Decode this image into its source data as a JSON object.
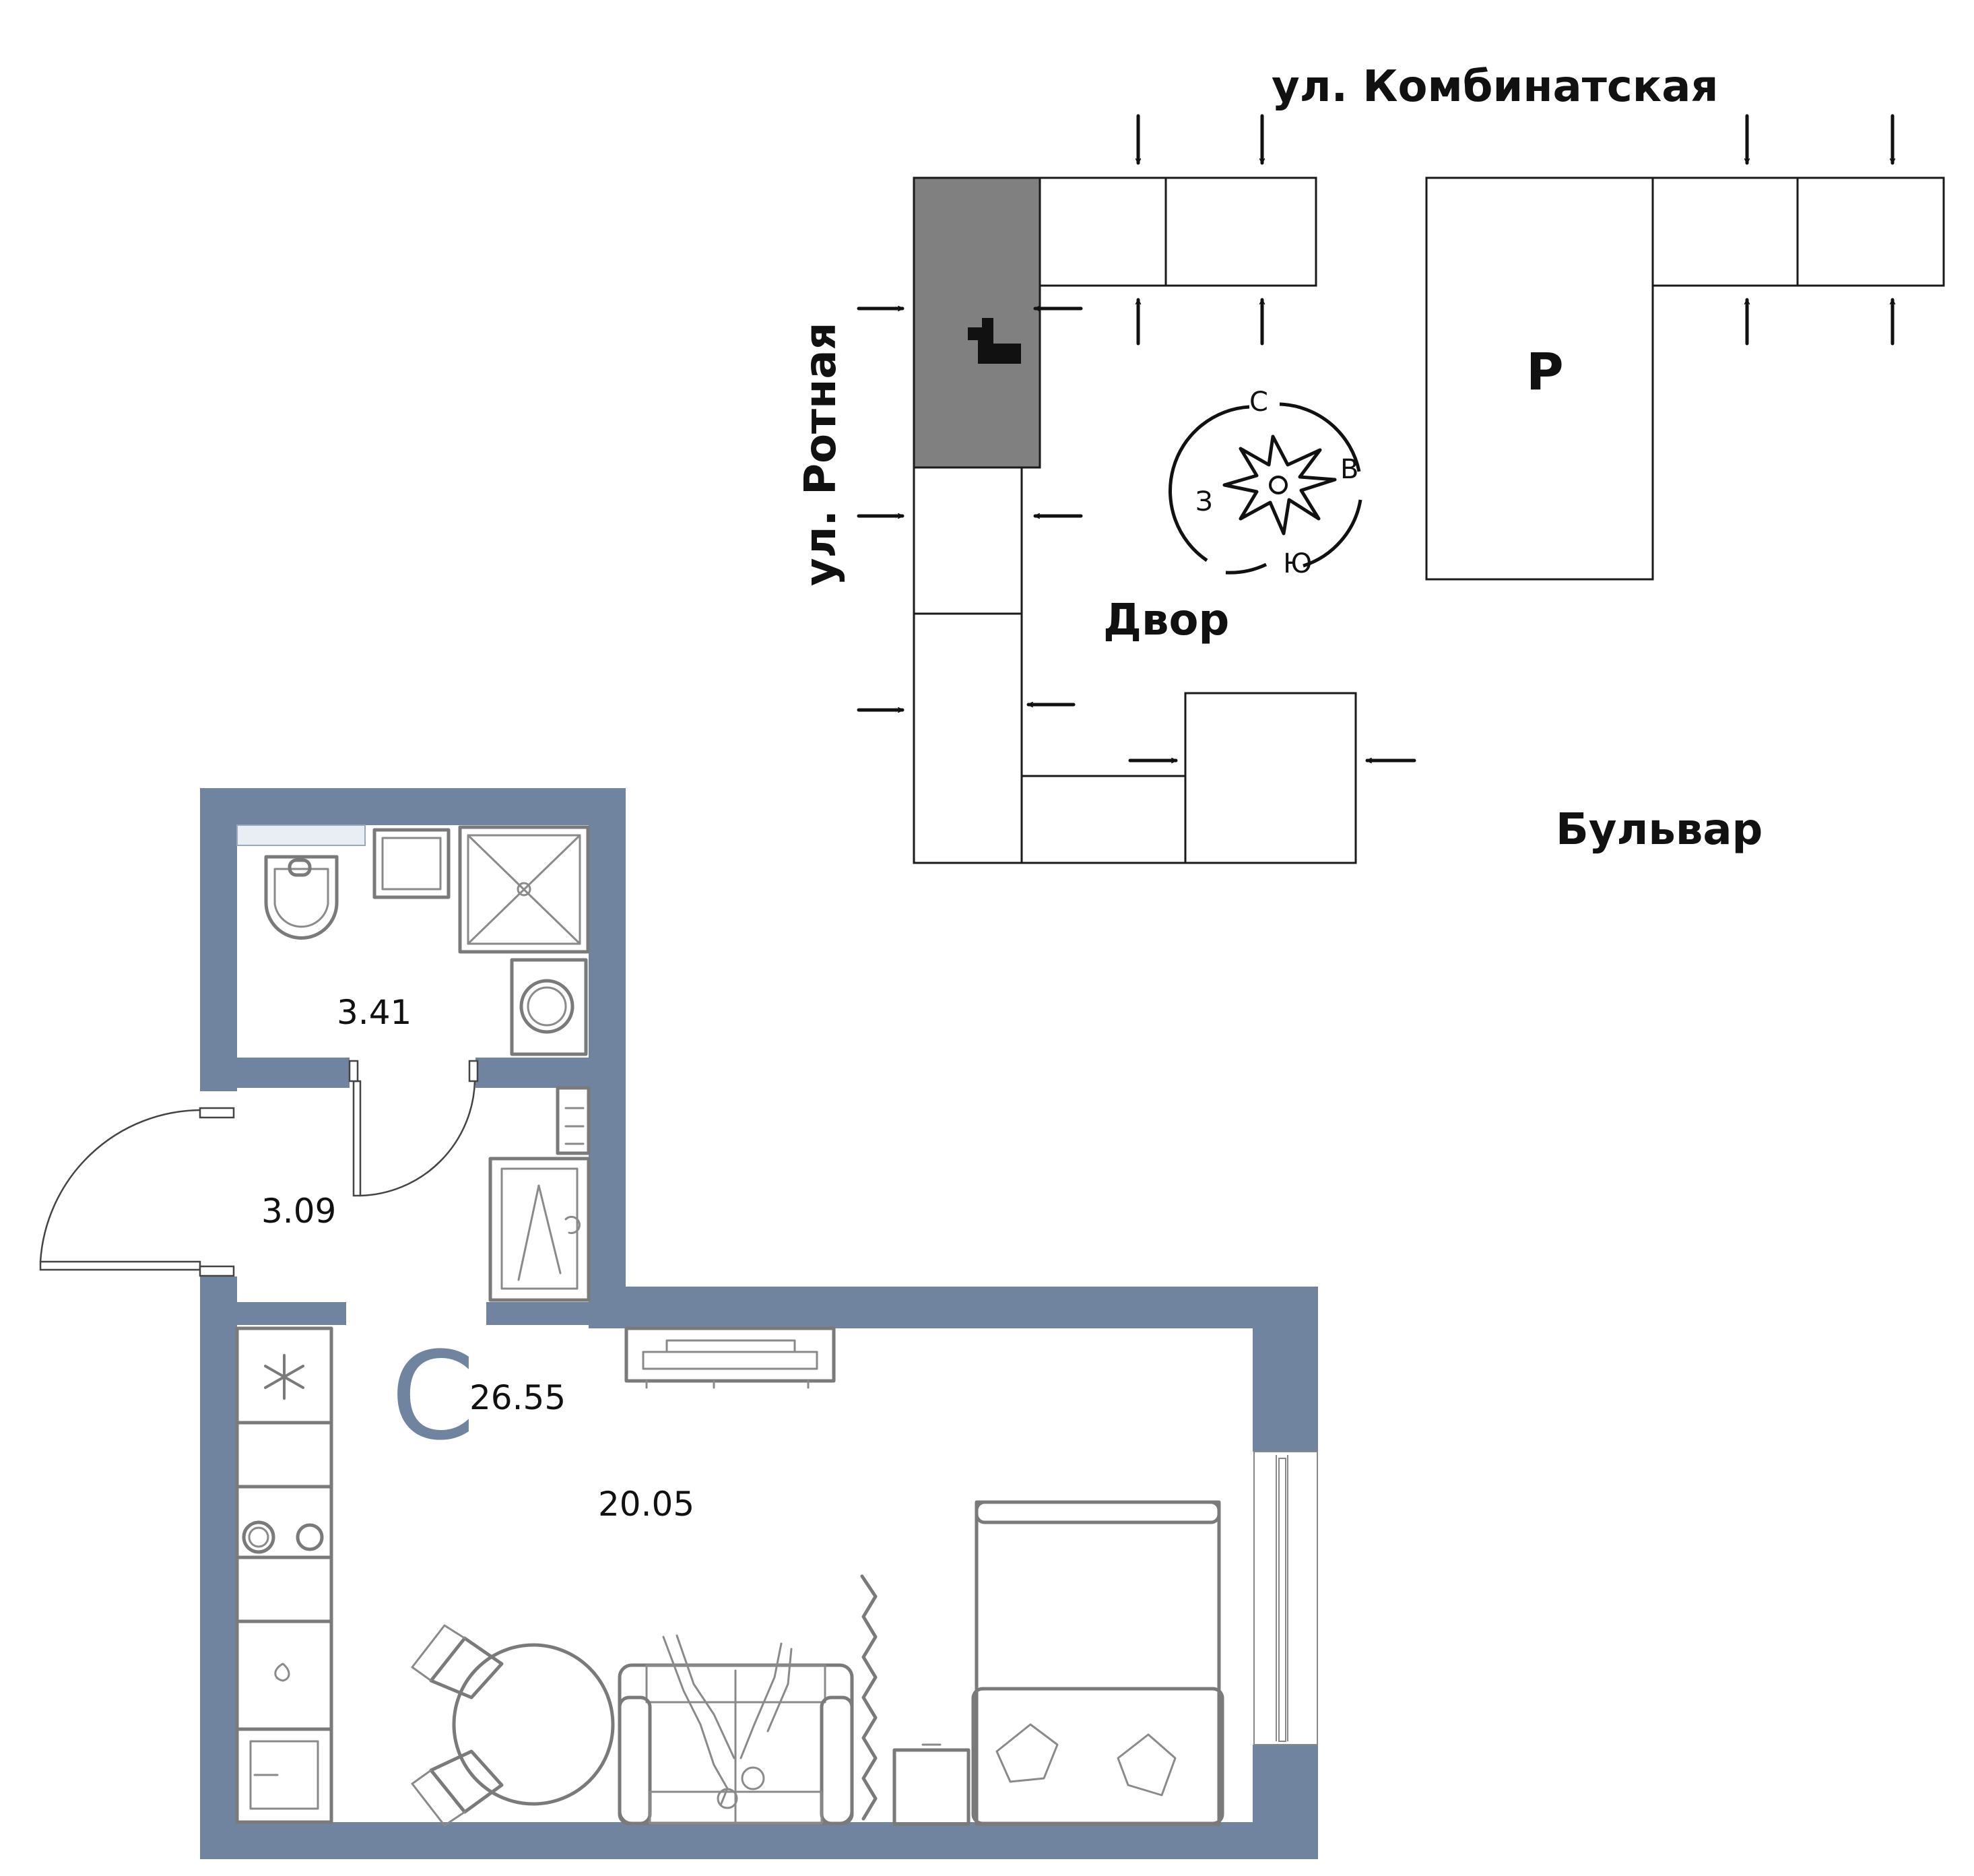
{
  "site_plan": {
    "street_north": "ул. Комбинатская",
    "street_west": "ул. Ротная",
    "yard_label": "Двор",
    "boulevard_label": "Бульвар",
    "parking_label": "Р",
    "compass": {
      "north": "С",
      "east": "В",
      "south": "Ю",
      "west": "З"
    },
    "colors": {
      "highlight": "#808080",
      "outline": "#1a1a1a"
    }
  },
  "floor_plan": {
    "apartment_type": "С",
    "total_area": "26.55",
    "rooms": {
      "bathroom": "3.41",
      "hallway": "3.09",
      "living": "20.05"
    },
    "colors": {
      "walls": "#71849f",
      "furniture": "#7a7a7a"
    }
  }
}
